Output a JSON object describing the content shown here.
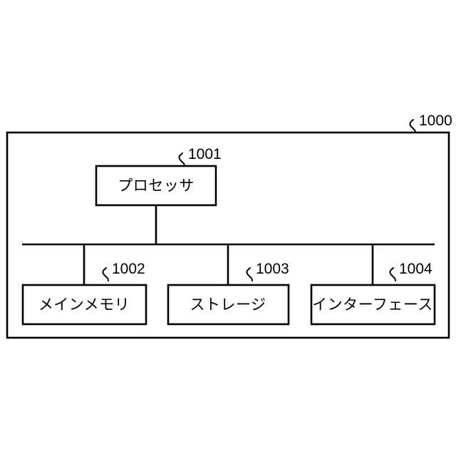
{
  "figure": {
    "type": "patent-block-diagram",
    "background_color": "#ffffff",
    "line_color": "#000000",
    "outer": {
      "ref": "1000",
      "name": "computer-system-frame"
    },
    "processor": {
      "label": "プロセッサ",
      "ref": "1001"
    },
    "components": [
      {
        "label": "メインメモリ",
        "ref": "1002"
      },
      {
        "label": "ストレージ",
        "ref": "1003"
      },
      {
        "label": "インターフェース",
        "ref": "1004"
      }
    ],
    "bus": {
      "name": "system-bus"
    }
  }
}
